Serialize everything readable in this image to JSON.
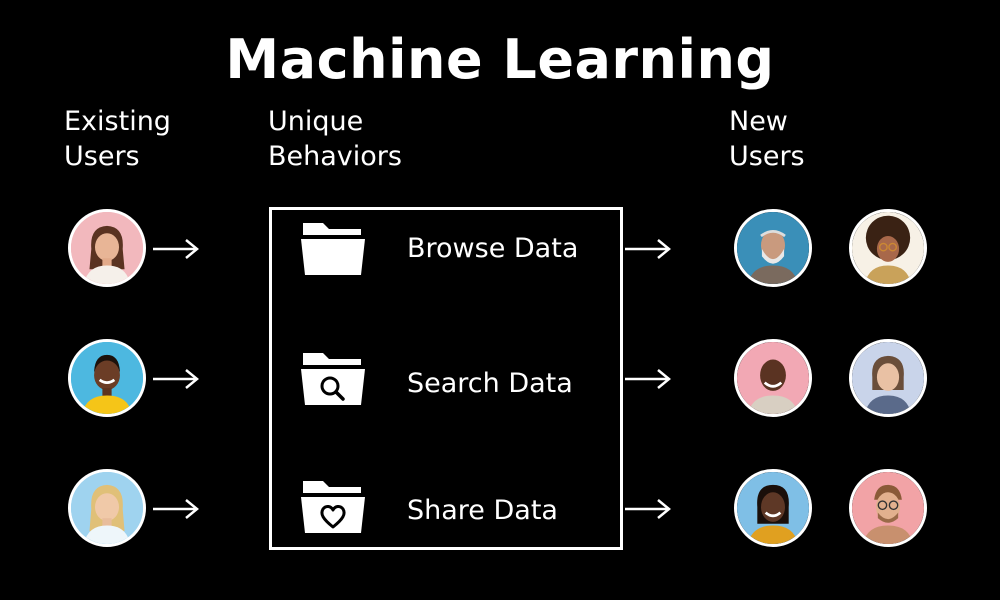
{
  "title": "Machine Learning",
  "columns": {
    "existing": "Existing\nUsers",
    "behaviors": "Unique\nBehaviors",
    "new": "New\nUsers"
  },
  "behaviors": [
    {
      "label": "Browse Data",
      "icon": "folder-icon"
    },
    {
      "label": "Search Data",
      "icon": "folder-search-icon"
    },
    {
      "label": "Share Data",
      "icon": "folder-heart-icon"
    }
  ],
  "colors": {
    "background": "#000000",
    "foreground": "#ffffff",
    "avatar_backgrounds": [
      "#f2b8bd",
      "#4db8e0",
      "#9fd3ef",
      "#3a8fb8",
      "#f7f1e6",
      "#f2a8b4",
      "#c9d4ea",
      "#7fbfe6",
      "#f2a3a6"
    ]
  }
}
